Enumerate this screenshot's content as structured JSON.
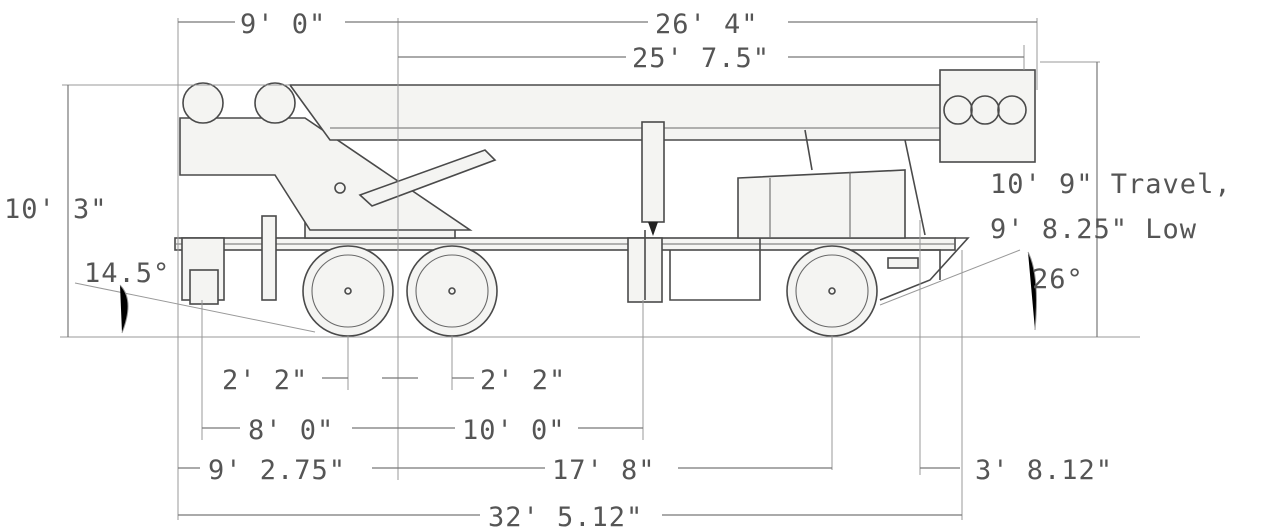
{
  "dimensions": {
    "tail_overhang": "9' 0\"",
    "boom_length_total": "26' 4\"",
    "boom_length": "25' 7.5\"",
    "overall_height": "10' 3\"",
    "approach_angle_rear": "14.5°",
    "travel_height": "10' 9\" Travel,",
    "low_height": "9' 8.25\" Low",
    "departure_angle_front": "26°",
    "axle_spread_left": "2' 2\"",
    "axle_spread_right": "2' 2\"",
    "outrigger_rear_to_center": "8' 0\"",
    "outrigger_center_to_front": "10' 0\"",
    "rear_overhang": "9' 2.75\"",
    "wheelbase": "17' 8\"",
    "front_overhang": "3' 8.12\"",
    "overall_length": "32' 5.12\""
  },
  "colors": {
    "linework": "#4a4a4a",
    "text": "#555555",
    "background": "#ffffff"
  }
}
